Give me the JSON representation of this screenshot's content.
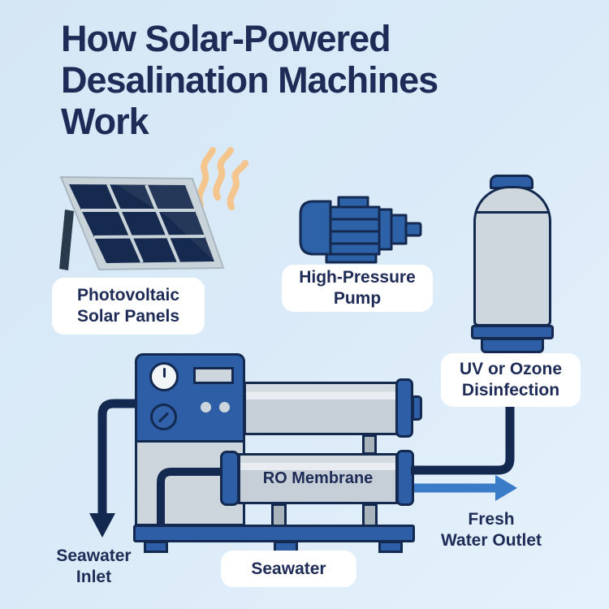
{
  "title": {
    "lines": [
      "How Solar-Powered",
      "Desalination Machines",
      "Work"
    ]
  },
  "labels": {
    "solar_panel": {
      "line1": "Photovoltaic",
      "line2": "Solar Panels"
    },
    "pump": {
      "line1": "High-Pressure",
      "line2": "Pump"
    },
    "disinfection": {
      "line1": "UV or Ozone",
      "line2": "Disinfection"
    },
    "ro_membrane": "RO Membrane",
    "seawater": "Seawater",
    "seawater_inlet": {
      "line1": "Seawater",
      "line2": "Inlet"
    },
    "fresh_water_outlet": {
      "line1": "Fresh",
      "line2": "Water Outlet"
    }
  },
  "icons": {
    "solar_panel": "solar-panel-illustration",
    "heat_waves": "sun-heat-waves-icon",
    "pump": "high-pressure-pump-illustration",
    "tank": "disinfection-tank-illustration",
    "machine": "desalination-unit-illustration",
    "seawater_inlet_arrow": "down-arrow-icon",
    "fresh_water_arrow": "right-arrow-icon"
  },
  "colors": {
    "background": "#d9e9f7",
    "title_text": "#1d2b56",
    "outline_navy": "#13294f",
    "machine_blue": "#2e5ea6",
    "pump_blue": "#2e62a8",
    "panel_cell_navy": "#16294e",
    "panel_frame_gray": "#c9d3da",
    "panel_leg": "#2a3a4d",
    "cylinder_gray": "#cdd5dd",
    "strut_gray": "#a9b3bb",
    "tank_gray": "#cfd7de",
    "label_background": "#ffffff",
    "fresh_water_arrow": "#3b7cc9",
    "heat_wave_orange": "#f5c58e"
  }
}
